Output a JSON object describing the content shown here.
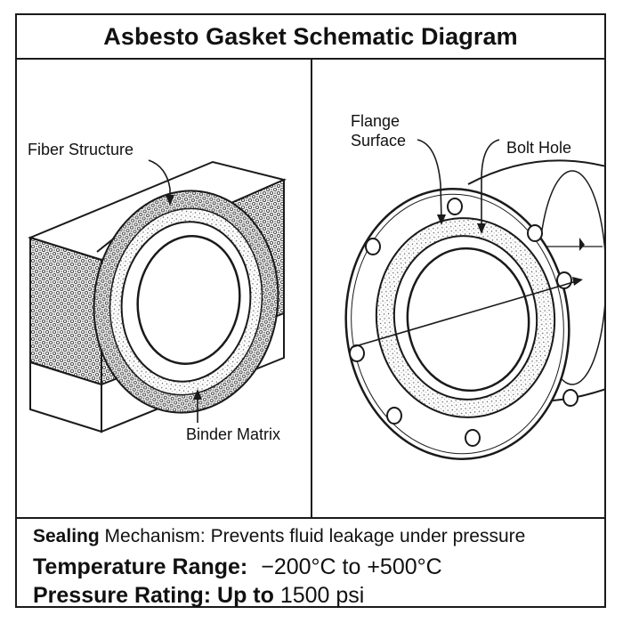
{
  "title": "Asbesto Gasket Schematic Diagram",
  "left_panel": {
    "fiber_label": "Fiber Structure",
    "binder_label": "Binder Matrix"
  },
  "right_panel": {
    "flange_label_line1": "Flange",
    "flange_label_line2": "Surface",
    "bolt_label": "Bolt Hole"
  },
  "info": {
    "sealing_label": "Sealing",
    "sealing_text": "Mechanism: Prevents fluid leakage under pressure",
    "temperature_label": "Temperature Range:",
    "temperature_value": "−200°C to +500°C",
    "pressure_label": "Pressure Rating:",
    "pressure_upto": "Up to",
    "pressure_value": "1500 psi"
  },
  "colors": {
    "line": "#1a1a1a",
    "background": "#ffffff"
  }
}
